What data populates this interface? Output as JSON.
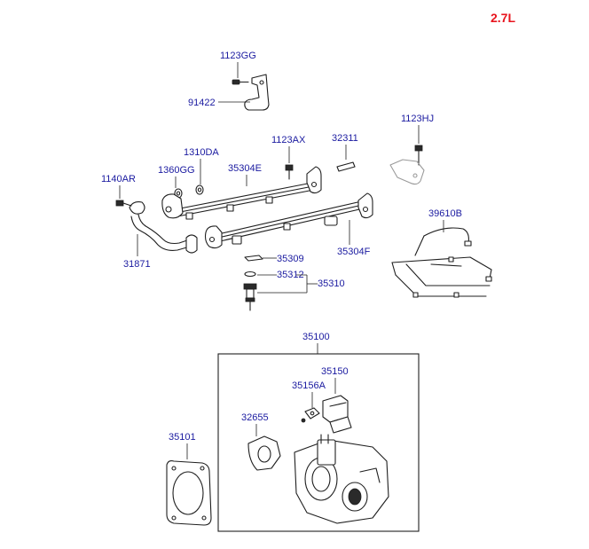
{
  "diagram": {
    "engine_label": "2.7L",
    "labels": {
      "p1123GG": "1123GG",
      "p91422": "91422",
      "p1123HJ": "1123HJ",
      "p1310DA": "1310DA",
      "p1123AX": "1123AX",
      "p32311": "32311",
      "p1360GG": "1360GG",
      "p35304E": "35304E",
      "p1140AR": "1140AR",
      "p39610B": "39610B",
      "p31871": "31871",
      "p35309": "35309",
      "p35304F": "35304F",
      "p35312": "35312",
      "p35310": "35310",
      "p35100": "35100",
      "p35150": "35150",
      "p35156A": "35156A",
      "p32655": "32655",
      "p35101": "35101"
    },
    "colors": {
      "label": "#1a1aa0",
      "engine_label": "#e8141e",
      "line": "#1f1f1f"
    }
  }
}
